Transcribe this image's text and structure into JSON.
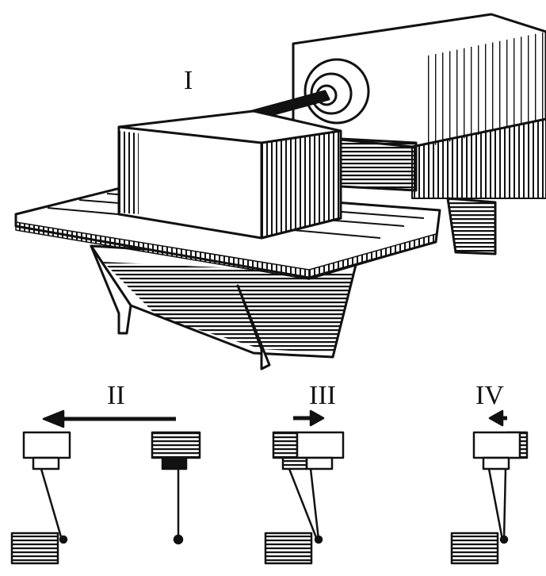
{
  "figure": {
    "labels": {
      "main_view": "I",
      "step_2": "II",
      "step_3": "III",
      "step_4": "IV"
    },
    "colors": {
      "ink": "#111111",
      "paper": "#ffffff"
    }
  }
}
